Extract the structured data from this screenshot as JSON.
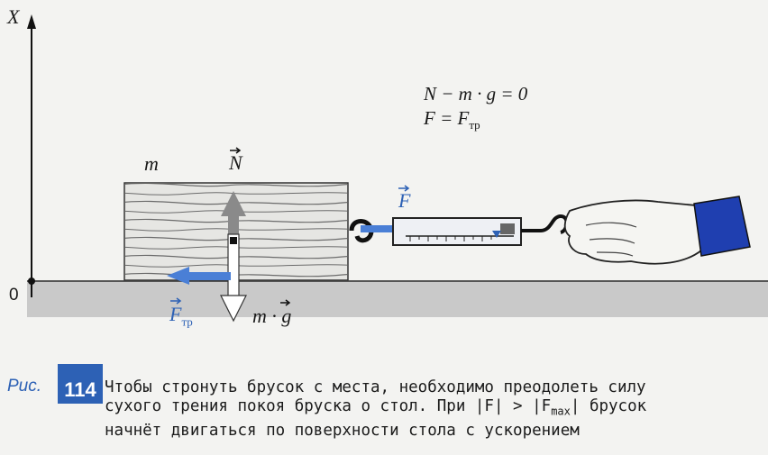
{
  "axis": {
    "x_label": "X",
    "origin_label": "0"
  },
  "labels": {
    "mass": "m",
    "normal": "N",
    "force": "F",
    "friction_main": "F",
    "friction_sub": "тр",
    "gravity": "m · g"
  },
  "equations": {
    "line1": "N − m · g = 0",
    "line2_left": "F = F",
    "line2_sub": "тр"
  },
  "caption": {
    "ris": "Рис.",
    "number": "114",
    "line1": "Чтобы стронуть брусок с места, необходимо преодолеть силу",
    "line2_a": "сухого трения покоя бруска о стол. При |F| > |F",
    "line2_sub": "max",
    "line2_b": "| брусок",
    "line3": "начнёт двигаться по поверхности стола с ускорением"
  },
  "colors": {
    "arrow_blue": "#4a7fd6",
    "caption_blue": "#2d61b5",
    "grey_arrow": "#8a8a8a",
    "glove": "#1f3fb0"
  }
}
